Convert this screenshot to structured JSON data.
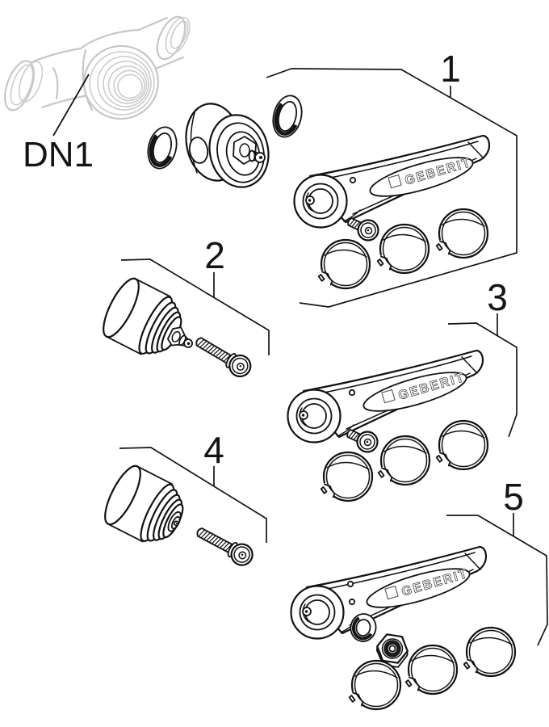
{
  "figure": {
    "reference_label": "DN1",
    "brand_logo": "GEBERIT",
    "parts": [
      "1",
      "2",
      "3",
      "4",
      "5"
    ]
  }
}
